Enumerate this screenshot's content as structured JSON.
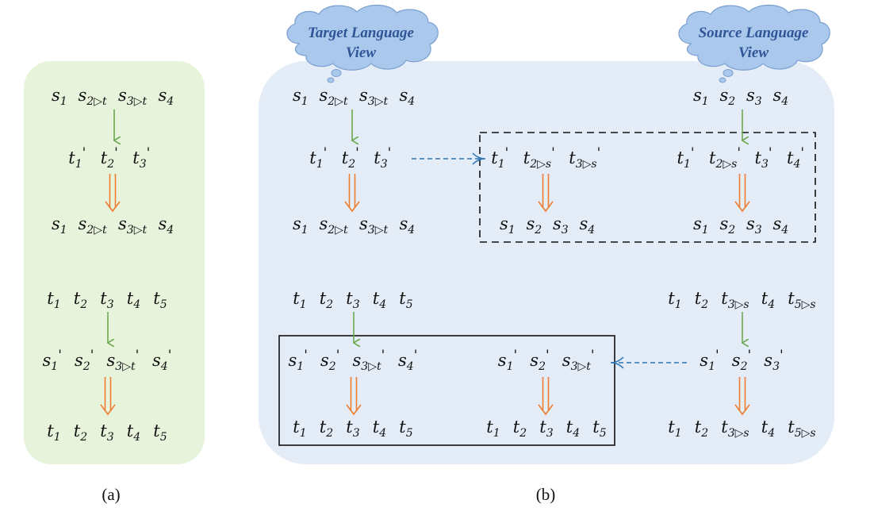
{
  "colors": {
    "panel_a_bg": "#e8f3dc",
    "panel_b_bg": "#e3ecf7",
    "green_arrow": "#6aa84f",
    "orange_arrow": "#ed7d31",
    "blue_dashed_arrow": "#2e75b6",
    "cloud_fill": "#a9c8ec",
    "cloud_text": "#2f5597"
  },
  "clouds": {
    "target": {
      "line1": "Target Language",
      "line2": "View"
    },
    "source": {
      "line1": "Source Language",
      "line2": "View"
    }
  },
  "captions": {
    "a": "(a)",
    "b": "(b)"
  },
  "panel_a": {
    "upper": [
      [
        "s1",
        "s2▷t",
        "s3▷t",
        "s4"
      ],
      [
        "t1'",
        "t2'",
        "t3'"
      ],
      [
        "s1",
        "s2▷t",
        "s3▷t",
        "s4"
      ]
    ],
    "lower": [
      [
        "t1",
        "t2",
        "t3",
        "t4",
        "t5"
      ],
      [
        "s1'",
        "s2'",
        "s3▷t'",
        "s4'"
      ],
      [
        "t1",
        "t2",
        "t3",
        "t4",
        "t5"
      ]
    ]
  },
  "panel_b": {
    "target_view_upper": [
      [
        "s1",
        "s2▷t",
        "s3▷t",
        "s4"
      ],
      [
        "t1'",
        "t2'",
        "t3'"
      ],
      [
        "s1",
        "s2▷t",
        "s3▷t",
        "s4"
      ]
    ],
    "dashed_box_left": [
      [
        "t1'",
        "t2▷s'",
        "t3▷s'"
      ],
      [
        "s1",
        "s2",
        "s3",
        "s4"
      ]
    ],
    "source_view_upper": [
      [
        "s1",
        "s2",
        "s3",
        "s4"
      ],
      [
        "t1'",
        "t2▷s'",
        "t3'",
        "t4'"
      ],
      [
        "s1",
        "s2",
        "s3",
        "s4"
      ]
    ],
    "target_view_lower": [
      [
        "t1",
        "t2",
        "t3",
        "t4",
        "t5"
      ],
      [
        "s1'",
        "s2'",
        "s3▷t'",
        "s4'"
      ],
      [
        "t1",
        "t2",
        "t3",
        "t4",
        "t5"
      ]
    ],
    "solid_box_right": [
      [
        "s1'",
        "s2'",
        "s3▷t'"
      ],
      [
        "t1",
        "t2",
        "t3",
        "t4",
        "t5"
      ]
    ],
    "source_view_lower": [
      [
        "t1",
        "t2",
        "t3▷s",
        "t4",
        "t5▷s"
      ],
      [
        "s1'",
        "s2'",
        "s3'"
      ],
      [
        "t1",
        "t2",
        "t3▷s",
        "t4",
        "t5▷s"
      ]
    ]
  }
}
